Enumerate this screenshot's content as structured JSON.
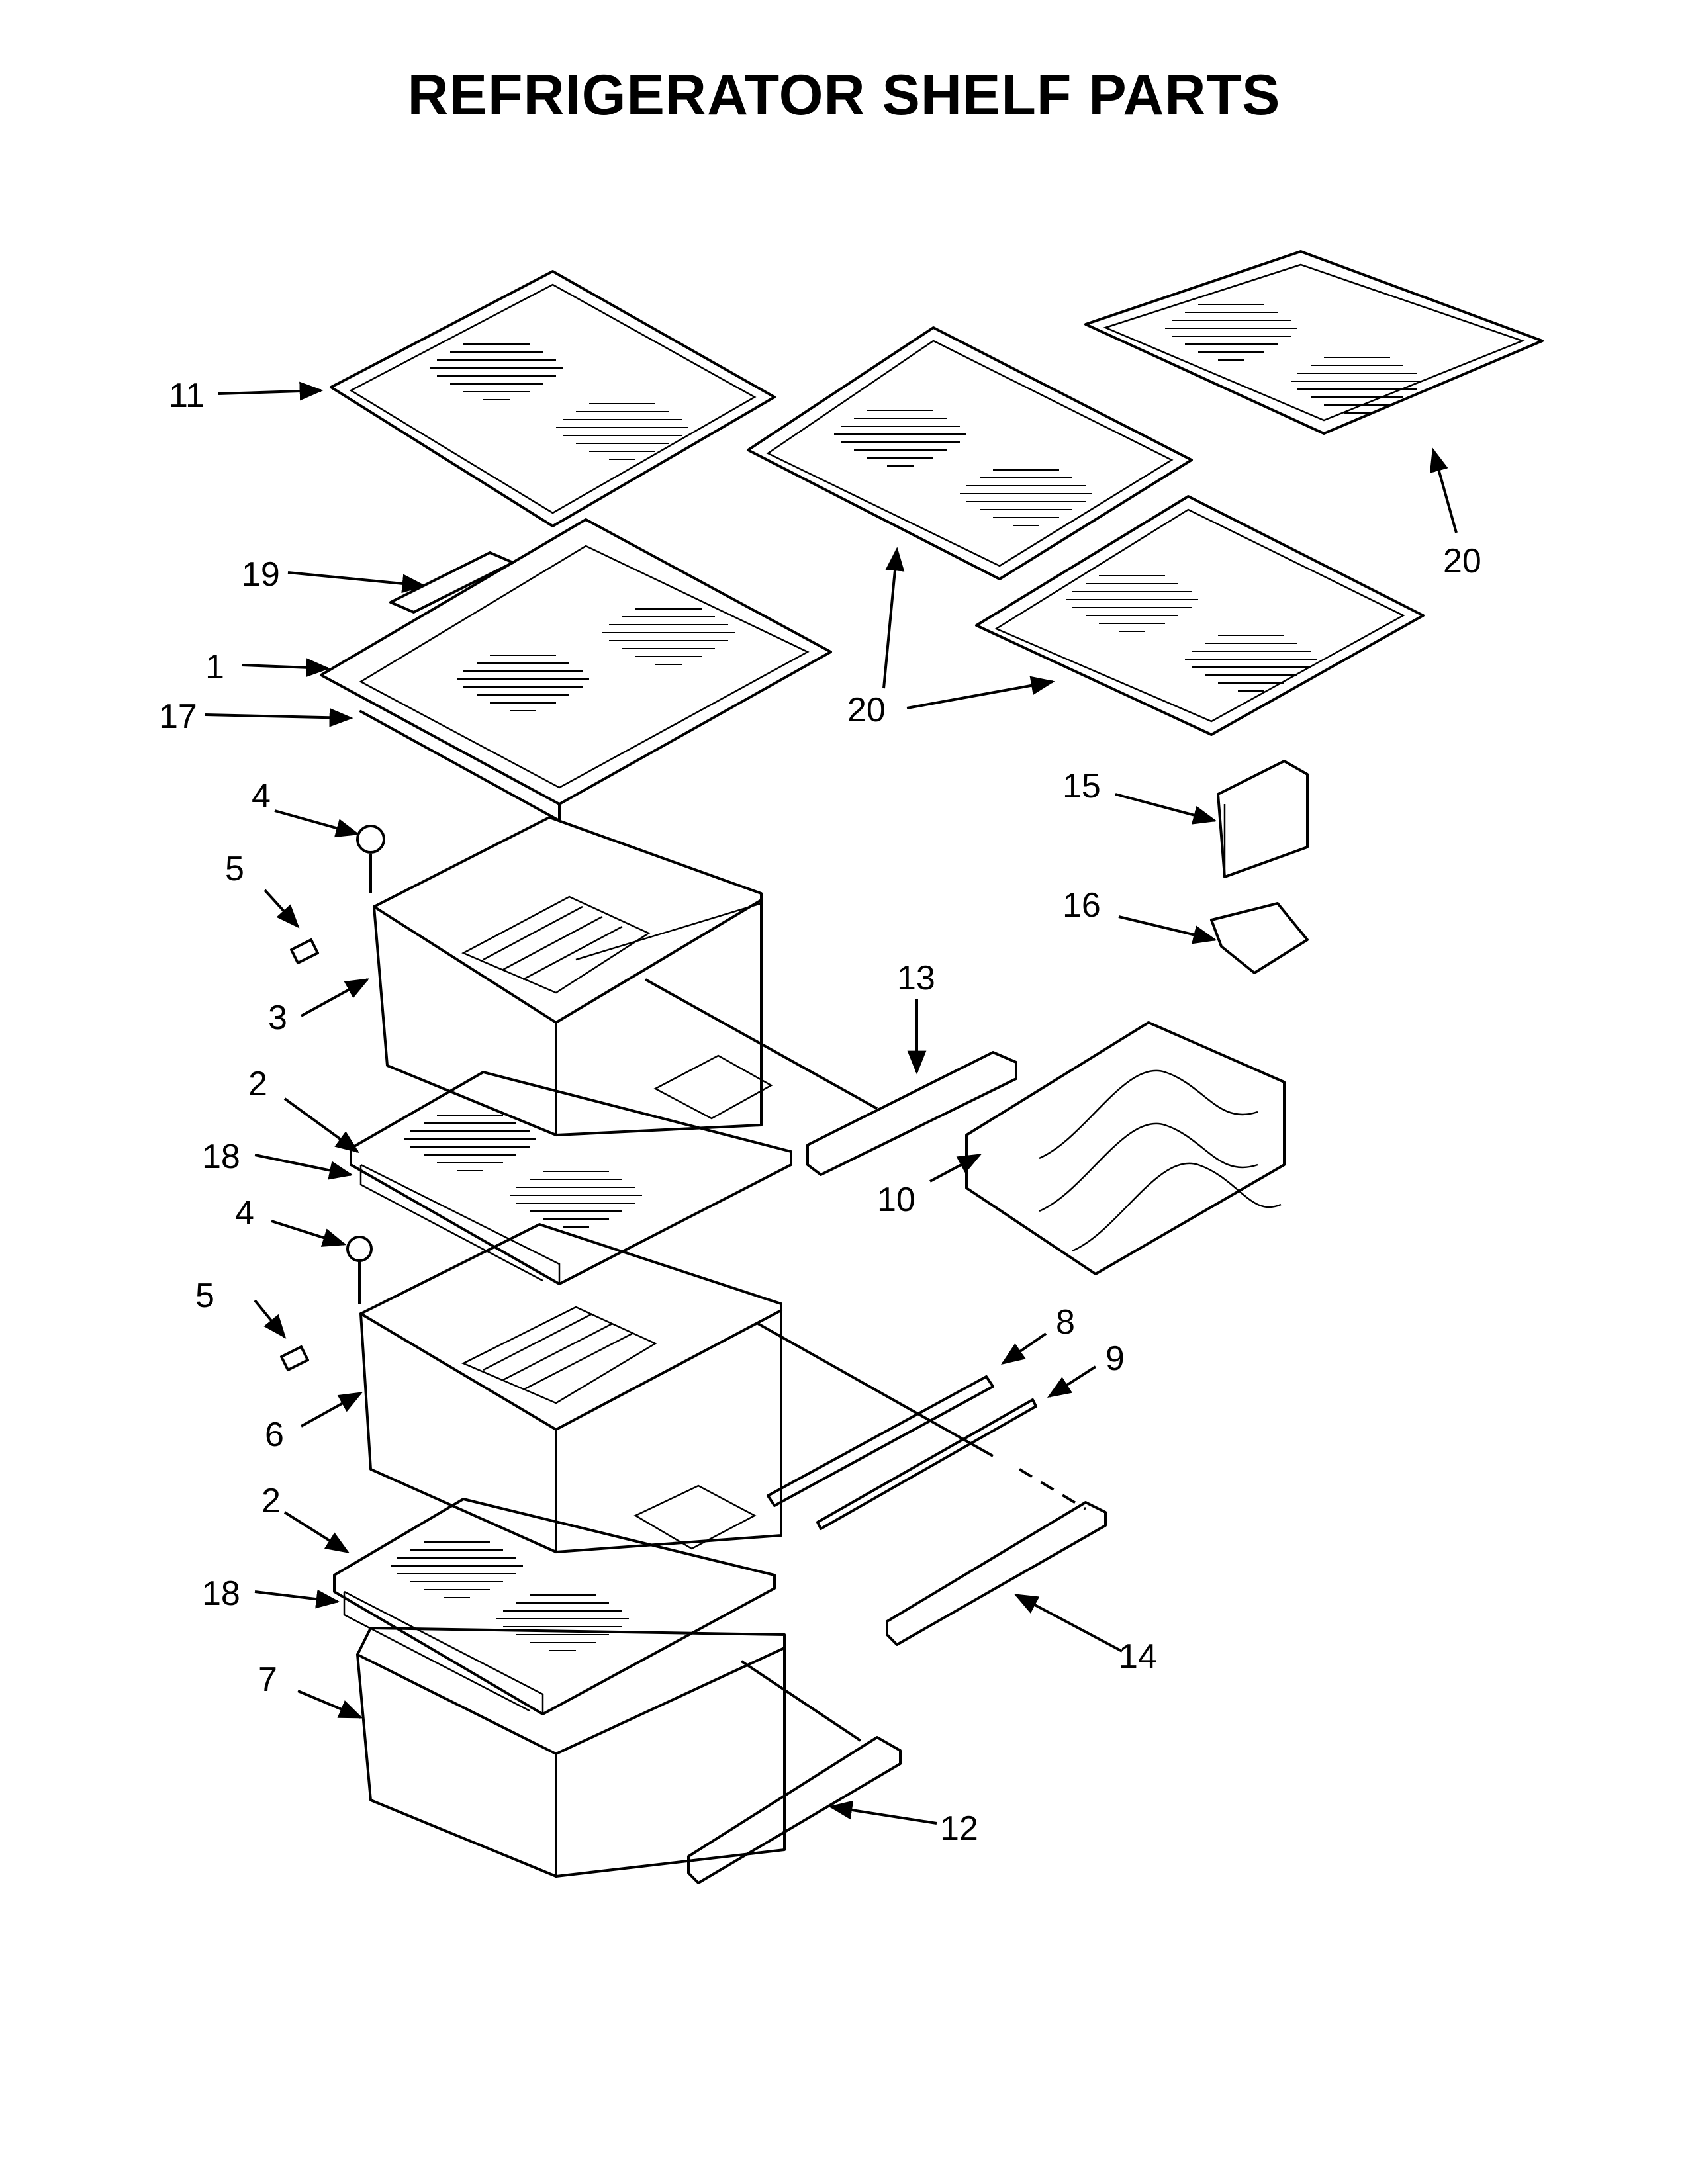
{
  "title": "REFRIGERATOR SHELF PARTS",
  "callouts": [
    {
      "id": "c-11",
      "label": "11"
    },
    {
      "id": "c-19",
      "label": "19"
    },
    {
      "id": "c-1",
      "label": "1"
    },
    {
      "id": "c-17",
      "label": "17"
    },
    {
      "id": "c-4a",
      "label": "4"
    },
    {
      "id": "c-5a",
      "label": "5"
    },
    {
      "id": "c-3",
      "label": "3"
    },
    {
      "id": "c-2a",
      "label": "2"
    },
    {
      "id": "c-18a",
      "label": "18"
    },
    {
      "id": "c-4b",
      "label": "4"
    },
    {
      "id": "c-5b",
      "label": "5"
    },
    {
      "id": "c-6",
      "label": "6"
    },
    {
      "id": "c-2b",
      "label": "2"
    },
    {
      "id": "c-18b",
      "label": "18"
    },
    {
      "id": "c-7",
      "label": "7"
    },
    {
      "id": "c-20a",
      "label": "20"
    },
    {
      "id": "c-20b",
      "label": "20"
    },
    {
      "id": "c-15",
      "label": "15"
    },
    {
      "id": "c-16",
      "label": "16"
    },
    {
      "id": "c-13",
      "label": "13"
    },
    {
      "id": "c-10",
      "label": "10"
    },
    {
      "id": "c-8",
      "label": "8"
    },
    {
      "id": "c-9",
      "label": "9"
    },
    {
      "id": "c-14",
      "label": "14"
    },
    {
      "id": "c-12",
      "label": "12"
    }
  ]
}
